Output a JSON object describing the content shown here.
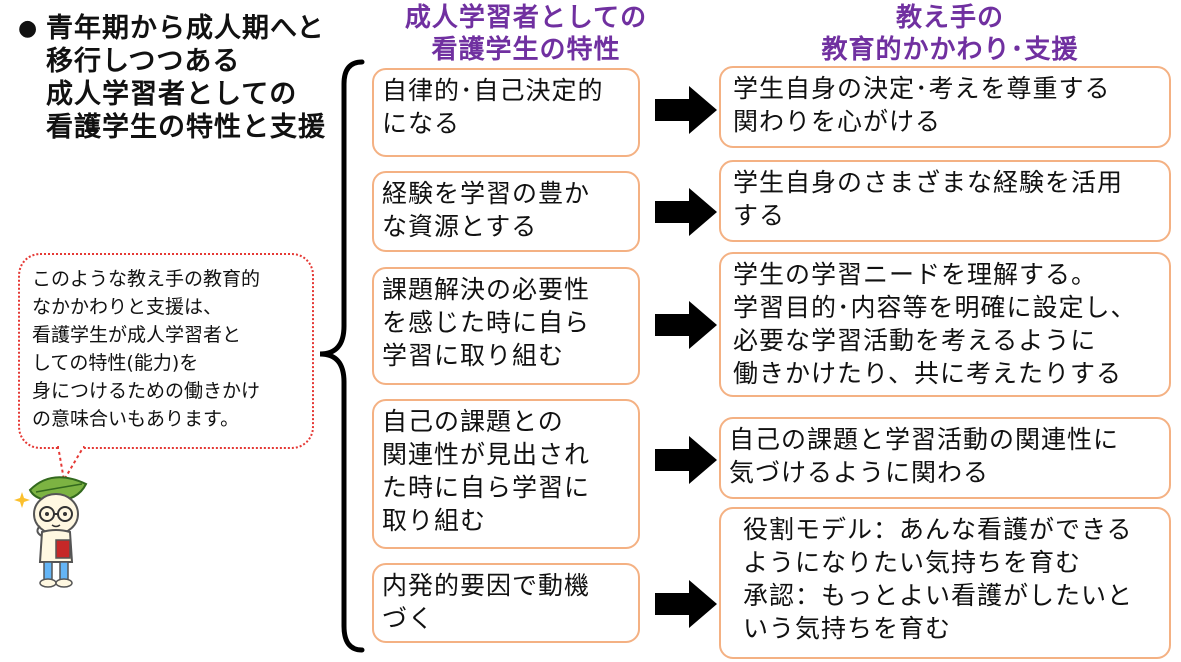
{
  "title": {
    "bullet": "●",
    "lines": "青年期から成人期へと\n移行しつつある\n成人学習者としての\n看護学生の特性と支援"
  },
  "headers": {
    "characteristics": "成人学習者としての\n看護学生の特性",
    "support": "教え手の\n教育的かかわり･支援"
  },
  "rows": [
    {
      "characteristic": "自律的･自己決定的\nになる",
      "support": "学生自身の決定･考えを尊重する\n関わりを心がける"
    },
    {
      "characteristic": "経験を学習の豊か\nな資源とする",
      "support": "学生自身のさまざまな経験を活用\nする"
    },
    {
      "characteristic": "課題解決の必要性\nを感じた時に自ら\n学習に取り組む",
      "support": "学生の学習ニードを理解する。\n学習目的･内容等を明確に設定し、\n必要な学習活動を考えるように\n働きかけたり、共に考えたりする"
    },
    {
      "characteristic": "自己の課題との\n関連性が見出され\nた時に自ら学習に\n取り組む",
      "support": "自己の課題と学習活動の関連性に\n気づけるように関わる"
    },
    {
      "characteristic": "内発的要因で動機\nづく",
      "support": "役割モデル：あんな看護ができる\nようになりたい気持ちを育む\n承認：もっとよい看護がしたいと\nいう気持ちを育む"
    }
  ],
  "speech_bubble": {
    "text": "このような教え手の教育的\nなかかわりと支援は、\n看護学生が成人学習者と\nしての特性(能力)を\n身につけるための働きかけ\nの意味合いもあります。"
  },
  "colors": {
    "header": "#7030A0",
    "box_border": "#F4B183",
    "bubble_border": "#E53935",
    "mascot_leaf": "#7CB342"
  },
  "icons": {
    "arrow": "arrow-right-icon",
    "mascot": "leaf-mascot-icon"
  }
}
